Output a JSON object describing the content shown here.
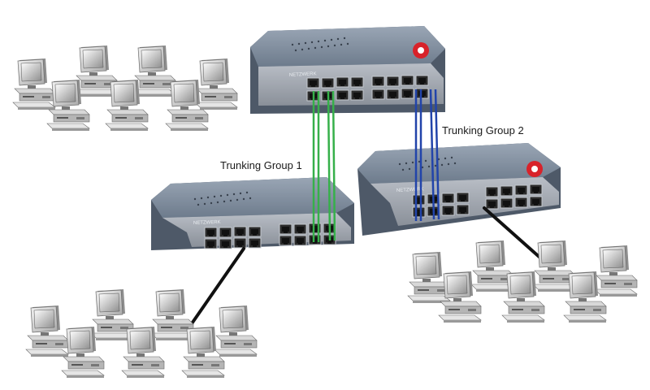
{
  "trunking_groups": [
    {
      "label": "Trunking Group 1",
      "color": "#36b04a"
    },
    {
      "label": "Trunking Group 2",
      "color": "#2244aa"
    }
  ],
  "switch_brand": "NETZWERK",
  "colors": {
    "switch_top": "#7c8a9c",
    "switch_side": "#5d6a7b",
    "port": "#2a2a2a",
    "uplink_cable": "#111111",
    "pc_body": "#c8c8c8"
  },
  "icons": [
    "switch-icon",
    "pc-icon"
  ]
}
